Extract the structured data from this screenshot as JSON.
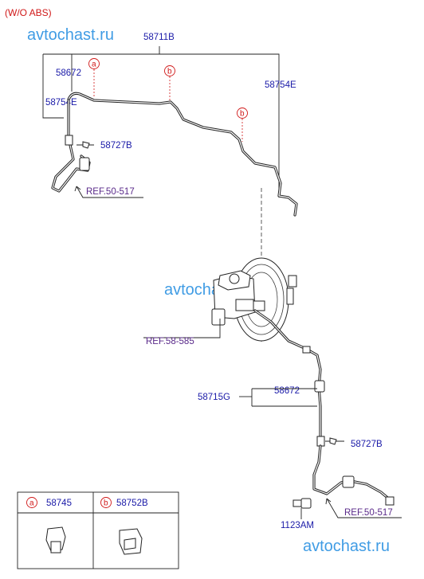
{
  "header": {
    "variant": "(W/O ABS)"
  },
  "watermark": "avtochast.ru",
  "labels": {
    "tube_main": "58711B",
    "clip_upper": "58672",
    "hose_upper_left": "58754E",
    "hose_upper_right": "58754E",
    "clip_bracket_upper": "58727B",
    "ref_upper": "REF.50-517",
    "ref_master": "REF.58-585",
    "clip_lower": "58672",
    "tube_lower": "58715G",
    "clip_bracket_lower": "58727B",
    "ref_lower": "REF.50-517",
    "bolt": "1123AM"
  },
  "callouts": {
    "a": "a",
    "b": "b"
  },
  "legend": {
    "items": [
      {
        "letter": "a",
        "part": "58745"
      },
      {
        "letter": "b",
        "part": "58752B"
      }
    ]
  }
}
